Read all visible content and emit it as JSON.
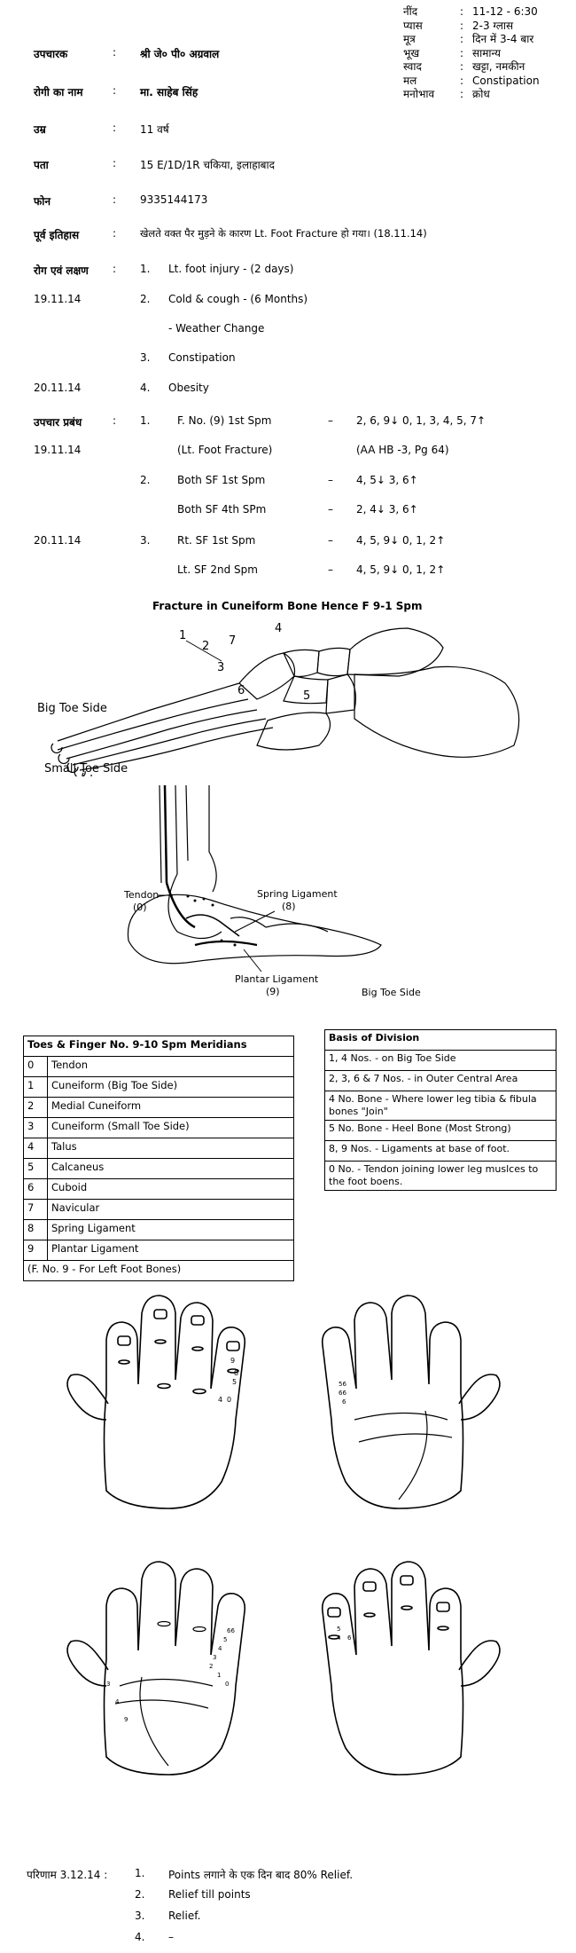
{
  "vitals": [
    {
      "label": "नींद",
      "value": "11-12 - 6:30"
    },
    {
      "label": "प्यास",
      "value": "2-3 ग्लास"
    },
    {
      "label": "मूत्र",
      "value": "दिन में 3-4 बार"
    },
    {
      "label": "भूख",
      "value": "सामान्य"
    },
    {
      "label": "स्वाद",
      "value": "खट्टा, नमकीन"
    },
    {
      "label": "मल",
      "value": "Constipation"
    },
    {
      "label": "मनोभाव",
      "value": "क्रोध"
    }
  ],
  "patient": {
    "doctor_label": "उपचारक",
    "doctor": "श्री जे० पी० अग्रवाल",
    "name_label": "रोगी का नाम",
    "name": "मा. साहेब सिंह",
    "age_label": "उम्र",
    "age": "11 वर्ष",
    "address_label": "पता",
    "address": "15 E/1D/1R चकिया, इलाहाबाद",
    "phone_label": "फोन",
    "phone": "9335144173",
    "history_label": "पूर्व इतिहास",
    "history": "खेलते वक्त पैर मुड़ने के कारण Lt. Foot Fracture हो गया। (18.11.14)"
  },
  "symptoms": {
    "label": "रोग एवं लक्षण",
    "items": [
      {
        "date": "",
        "num": "1.",
        "text": "Lt. foot injury - (2 days)"
      },
      {
        "date": "19.11.14",
        "num": "2.",
        "text": "Cold & cough - (6 Months)"
      },
      {
        "date": "",
        "num": "",
        "text": "- Weather Change"
      },
      {
        "date": "",
        "num": "3.",
        "text": "Constipation"
      },
      {
        "date": "20.11.14",
        "num": "4.",
        "text": "Obesity"
      }
    ]
  },
  "treatment": {
    "label": "उपचार प्रबंध",
    "items": [
      {
        "date": "",
        "num": "1.",
        "text": "F. No. (9) 1st Spm",
        "dash": "–",
        "points": "2, 6, 9↓ 0, 1, 3, 4, 5, 7↑"
      },
      {
        "date": "19.11.14",
        "num": "",
        "text": "(Lt. Foot Fracture)",
        "dash": "",
        "points": "(AA HB -3, Pg 64)"
      },
      {
        "date": "",
        "num": "2.",
        "text": "Both SF 1st Spm",
        "dash": "–",
        "points": "4, 5↓ 3, 6↑"
      },
      {
        "date": "",
        "num": "",
        "text": "Both SF 4th SPm",
        "dash": "–",
        "points": "2, 4↓ 3, 6↑"
      },
      {
        "date": "20.11.14",
        "num": "3.",
        "text": "Rt. SF 1st Spm",
        "dash": "–",
        "points": "4, 5, 9↓ 0, 1, 2↑"
      },
      {
        "date": "",
        "num": "",
        "text": "Lt. SF 2nd Spm",
        "dash": "–",
        "points": "4, 5, 9↓ 0, 1, 2↑"
      }
    ]
  },
  "figure_title": "Fracture in Cuneiform Bone Hence F 9-1 Spm",
  "foot_labels": {
    "big_toe": "Big Toe Side",
    "small_toe": "Small Toe Side",
    "n1": "1",
    "n2": "2",
    "n3": "3",
    "n4": "4",
    "n5": "5",
    "n6": "6",
    "n7": "7"
  },
  "ankle_labels": {
    "tendon": "Tendon",
    "tendon_n": "(0)",
    "spring": "Spring Ligament",
    "spring_n": "(8)",
    "plantar": "Plantar Ligament",
    "plantar_n": "(9)",
    "big_toe": "Big Toe Side"
  },
  "meridian_table": {
    "title": "Toes & Finger No. 9-10 Spm Meridians",
    "rows": [
      {
        "no": "0",
        "name": "Tendon"
      },
      {
        "no": "1",
        "name": "Cuneiform (Big Toe Side)"
      },
      {
        "no": "2",
        "name": "Medial Cuneiform"
      },
      {
        "no": "3",
        "name": "Cuneiform (Small Toe Side)"
      },
      {
        "no": "4",
        "name": "Talus"
      },
      {
        "no": "5",
        "name": "Calcaneus"
      },
      {
        "no": "6",
        "name": "Cuboid"
      },
      {
        "no": "7",
        "name": "Navicular"
      },
      {
        "no": "8",
        "name": "Spring Ligament"
      },
      {
        "no": "9",
        "name": "Plantar Ligament"
      }
    ],
    "footer": "(F. No. 9 - For Left Foot Bones)"
  },
  "division_table": {
    "title": "Basis of Division",
    "rows": [
      "1, 4 Nos. - on Big Toe Side",
      "2, 3, 6 & 7 Nos. - in Outer Central Area",
      "4 No. Bone - Where lower leg tibia & fibula bones \"Join\"",
      "5 No. Bone - Heel Bone (Most Strong)",
      "8, 9 Nos. - Ligaments at base of foot.",
      "0 No. - Tendon joining lower leg muslces to the foot boens."
    ]
  },
  "hand_points": {
    "h1": [
      "9",
      "8",
      "5",
      "4",
      "0"
    ],
    "h2": [
      "56",
      "66",
      "6"
    ],
    "h3": [
      "66",
      "5",
      "4",
      "3",
      "2",
      "1",
      "0",
      "3",
      "4",
      "9"
    ],
    "h4": [
      "5",
      "4",
      "6"
    ]
  },
  "result": {
    "label": "परिणाम 3.12.14 :",
    "items": [
      {
        "num": "1.",
        "text": "Points लगाने के एक दिन बाद 80% Relief."
      },
      {
        "num": "2.",
        "text": "Relief till points"
      },
      {
        "num": "3.",
        "text": "Relief."
      },
      {
        "num": "4.",
        "text": "–"
      }
    ]
  }
}
